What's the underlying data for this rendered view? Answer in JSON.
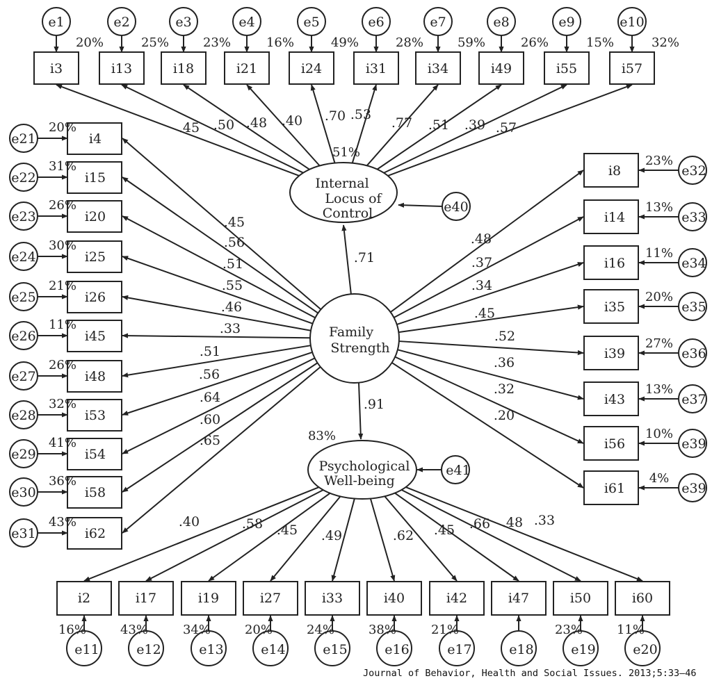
{
  "latent": {
    "ilc": {
      "line1": "Internal",
      "line2": "Locus  of",
      "line3": "Control",
      "variance": "51%"
    },
    "fs": {
      "line1": "Family",
      "line2": "Strength"
    },
    "pwb": {
      "line1": "Psychological",
      "line2": "Well-being",
      "variance": "83%"
    }
  },
  "structural": [
    {
      "from": "fs",
      "to": "ilc",
      "label": ".71"
    },
    {
      "from": "fs",
      "to": "pwb",
      "label": ".91"
    }
  ],
  "disturbances": [
    {
      "name": "e40",
      "target": "ilc"
    },
    {
      "name": "e41",
      "target": "pwb"
    }
  ],
  "top_items": [
    {
      "item": "i3",
      "error": "e1",
      "pct": "20%",
      "loading": ".45"
    },
    {
      "item": "i13",
      "error": "e2",
      "pct": "25%",
      "loading": ".50"
    },
    {
      "item": "i18",
      "error": "e3",
      "pct": "23%",
      "loading": ".48"
    },
    {
      "item": "i21",
      "error": "e4",
      "pct": "16%",
      "loading": ".40"
    },
    {
      "item": "i24",
      "error": "e5",
      "pct": "49%",
      "loading": ".70"
    },
    {
      "item": "i31",
      "error": "e6",
      "pct": "28%",
      "loading": ".53"
    },
    {
      "item": "i34",
      "error": "e7",
      "pct": "59%",
      "loading": ".77"
    },
    {
      "item": "i49",
      "error": "e8",
      "pct": "26%",
      "loading": ".51"
    },
    {
      "item": "i55",
      "error": "e9",
      "pct": "15%",
      "loading": ".39"
    },
    {
      "item": "i57",
      "error": "e10",
      "pct": "32%",
      "loading": ".57"
    }
  ],
  "left_items": [
    {
      "item": "i4",
      "error": "e21",
      "pct": "20%",
      "loading": ".45"
    },
    {
      "item": "i15",
      "error": "e22",
      "pct": "31%",
      "loading": ".56"
    },
    {
      "item": "i20",
      "error": "e23",
      "pct": "26%",
      "loading": ".51"
    },
    {
      "item": "i25",
      "error": "e24",
      "pct": "30%",
      "loading": ".55"
    },
    {
      "item": "i26",
      "error": "e25",
      "pct": "21%",
      "loading": ".46"
    },
    {
      "item": "i45",
      "error": "e26",
      "pct": "11%",
      "loading": ".33"
    },
    {
      "item": "i48",
      "error": "e27",
      "pct": "26%",
      "loading": ".51"
    },
    {
      "item": "i53",
      "error": "e28",
      "pct": "32%",
      "loading": ".56"
    },
    {
      "item": "i54",
      "error": "e29",
      "pct": "41%",
      "loading": ".64"
    },
    {
      "item": "i58",
      "error": "e30",
      "pct": "36%",
      "loading": ".60"
    },
    {
      "item": "i62",
      "error": "e31",
      "pct": "43%",
      "loading": ".65"
    }
  ],
  "right_items": [
    {
      "item": "i8",
      "error": "e32",
      "pct": "23%",
      "loading": ".48"
    },
    {
      "item": "i14",
      "error": "e33",
      "pct": "13%",
      "loading": ".37"
    },
    {
      "item": "i16",
      "error": "e34",
      "pct": "11%",
      "loading": ".34"
    },
    {
      "item": "i35",
      "error": "e35",
      "pct": "20%",
      "loading": ".45"
    },
    {
      "item": "i39",
      "error": "e36",
      "pct": "27%",
      "loading": ".52"
    },
    {
      "item": "i43",
      "error": "e37",
      "pct": "13%",
      "loading": ".36"
    },
    {
      "item": "i56",
      "error": "e39",
      "pct": "10%",
      "loading": ".32"
    },
    {
      "item": "i61",
      "error": "e39",
      "pct": "4%",
      "loading": ".20"
    }
  ],
  "bottom_items": [
    {
      "item": "i2",
      "error": "e11",
      "pct": "16%",
      "loading": ".40"
    },
    {
      "item": "i17",
      "error": "e12",
      "pct": "43%",
      "loading": ".58"
    },
    {
      "item": "i19",
      "error": "e13",
      "pct": "34%",
      "loading": ".45"
    },
    {
      "item": "i27",
      "error": "e14",
      "pct": "20%",
      "loading": ".49"
    },
    {
      "item": "i33",
      "error": "e15",
      "pct": "24%",
      "loading": ".62"
    },
    {
      "item": "i40",
      "error": "e16",
      "pct": "38%",
      "loading": ".45"
    },
    {
      "item": "i42",
      "error": "e17",
      "pct": "21%",
      "loading": ".66"
    },
    {
      "item": "i47",
      "error": "e18",
      "pct": "",
      "loading": ".48"
    },
    {
      "item": "i50",
      "error": "e19",
      "pct": "23%",
      "loading": ".33"
    },
    {
      "item": "i60",
      "error": "e20",
      "pct": "11%",
      "loading": ""
    }
  ],
  "citation": "Journal of Behavior, Health and Social Issues. 2013;5:33–46"
}
